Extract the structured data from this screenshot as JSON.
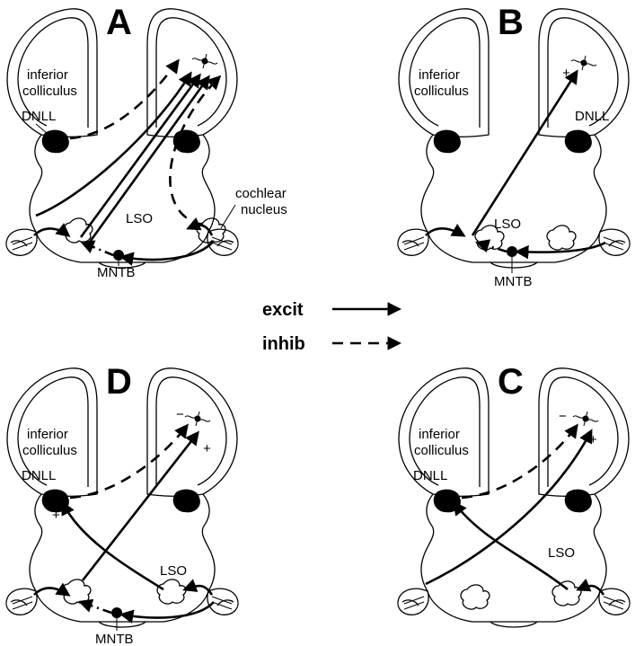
{
  "panels": {
    "A": {
      "letter": "A",
      "labels": {
        "ic": [
          "inferior",
          "colliculus"
        ],
        "dnll": "DNLL",
        "lso": "LSO",
        "cn": [
          "cochlear",
          "nucleus"
        ],
        "mntb": "MNTB"
      }
    },
    "B": {
      "letter": "B",
      "labels": {
        "ic": [
          "inferior",
          "colliculus"
        ],
        "dnll": "DNLL",
        "lso": "LSO",
        "mntb": "MNTB",
        "plus": "+"
      }
    },
    "C": {
      "letter": "C",
      "labels": {
        "ic": [
          "inferior",
          "colliculus"
        ],
        "dnll": "DNLL",
        "lso": "LSO",
        "minus": "−",
        "plus": "+"
      }
    },
    "D": {
      "letter": "D",
      "labels": {
        "ic": [
          "inferior",
          "colliculus"
        ],
        "dnll": "DNLL",
        "lso": "LSO",
        "mntb": "MNTB",
        "minus": "−",
        "plus_ic": "+",
        "plus_dnll": "+"
      }
    }
  },
  "legend": {
    "excit": "excit",
    "inhib": "inhib"
  }
}
